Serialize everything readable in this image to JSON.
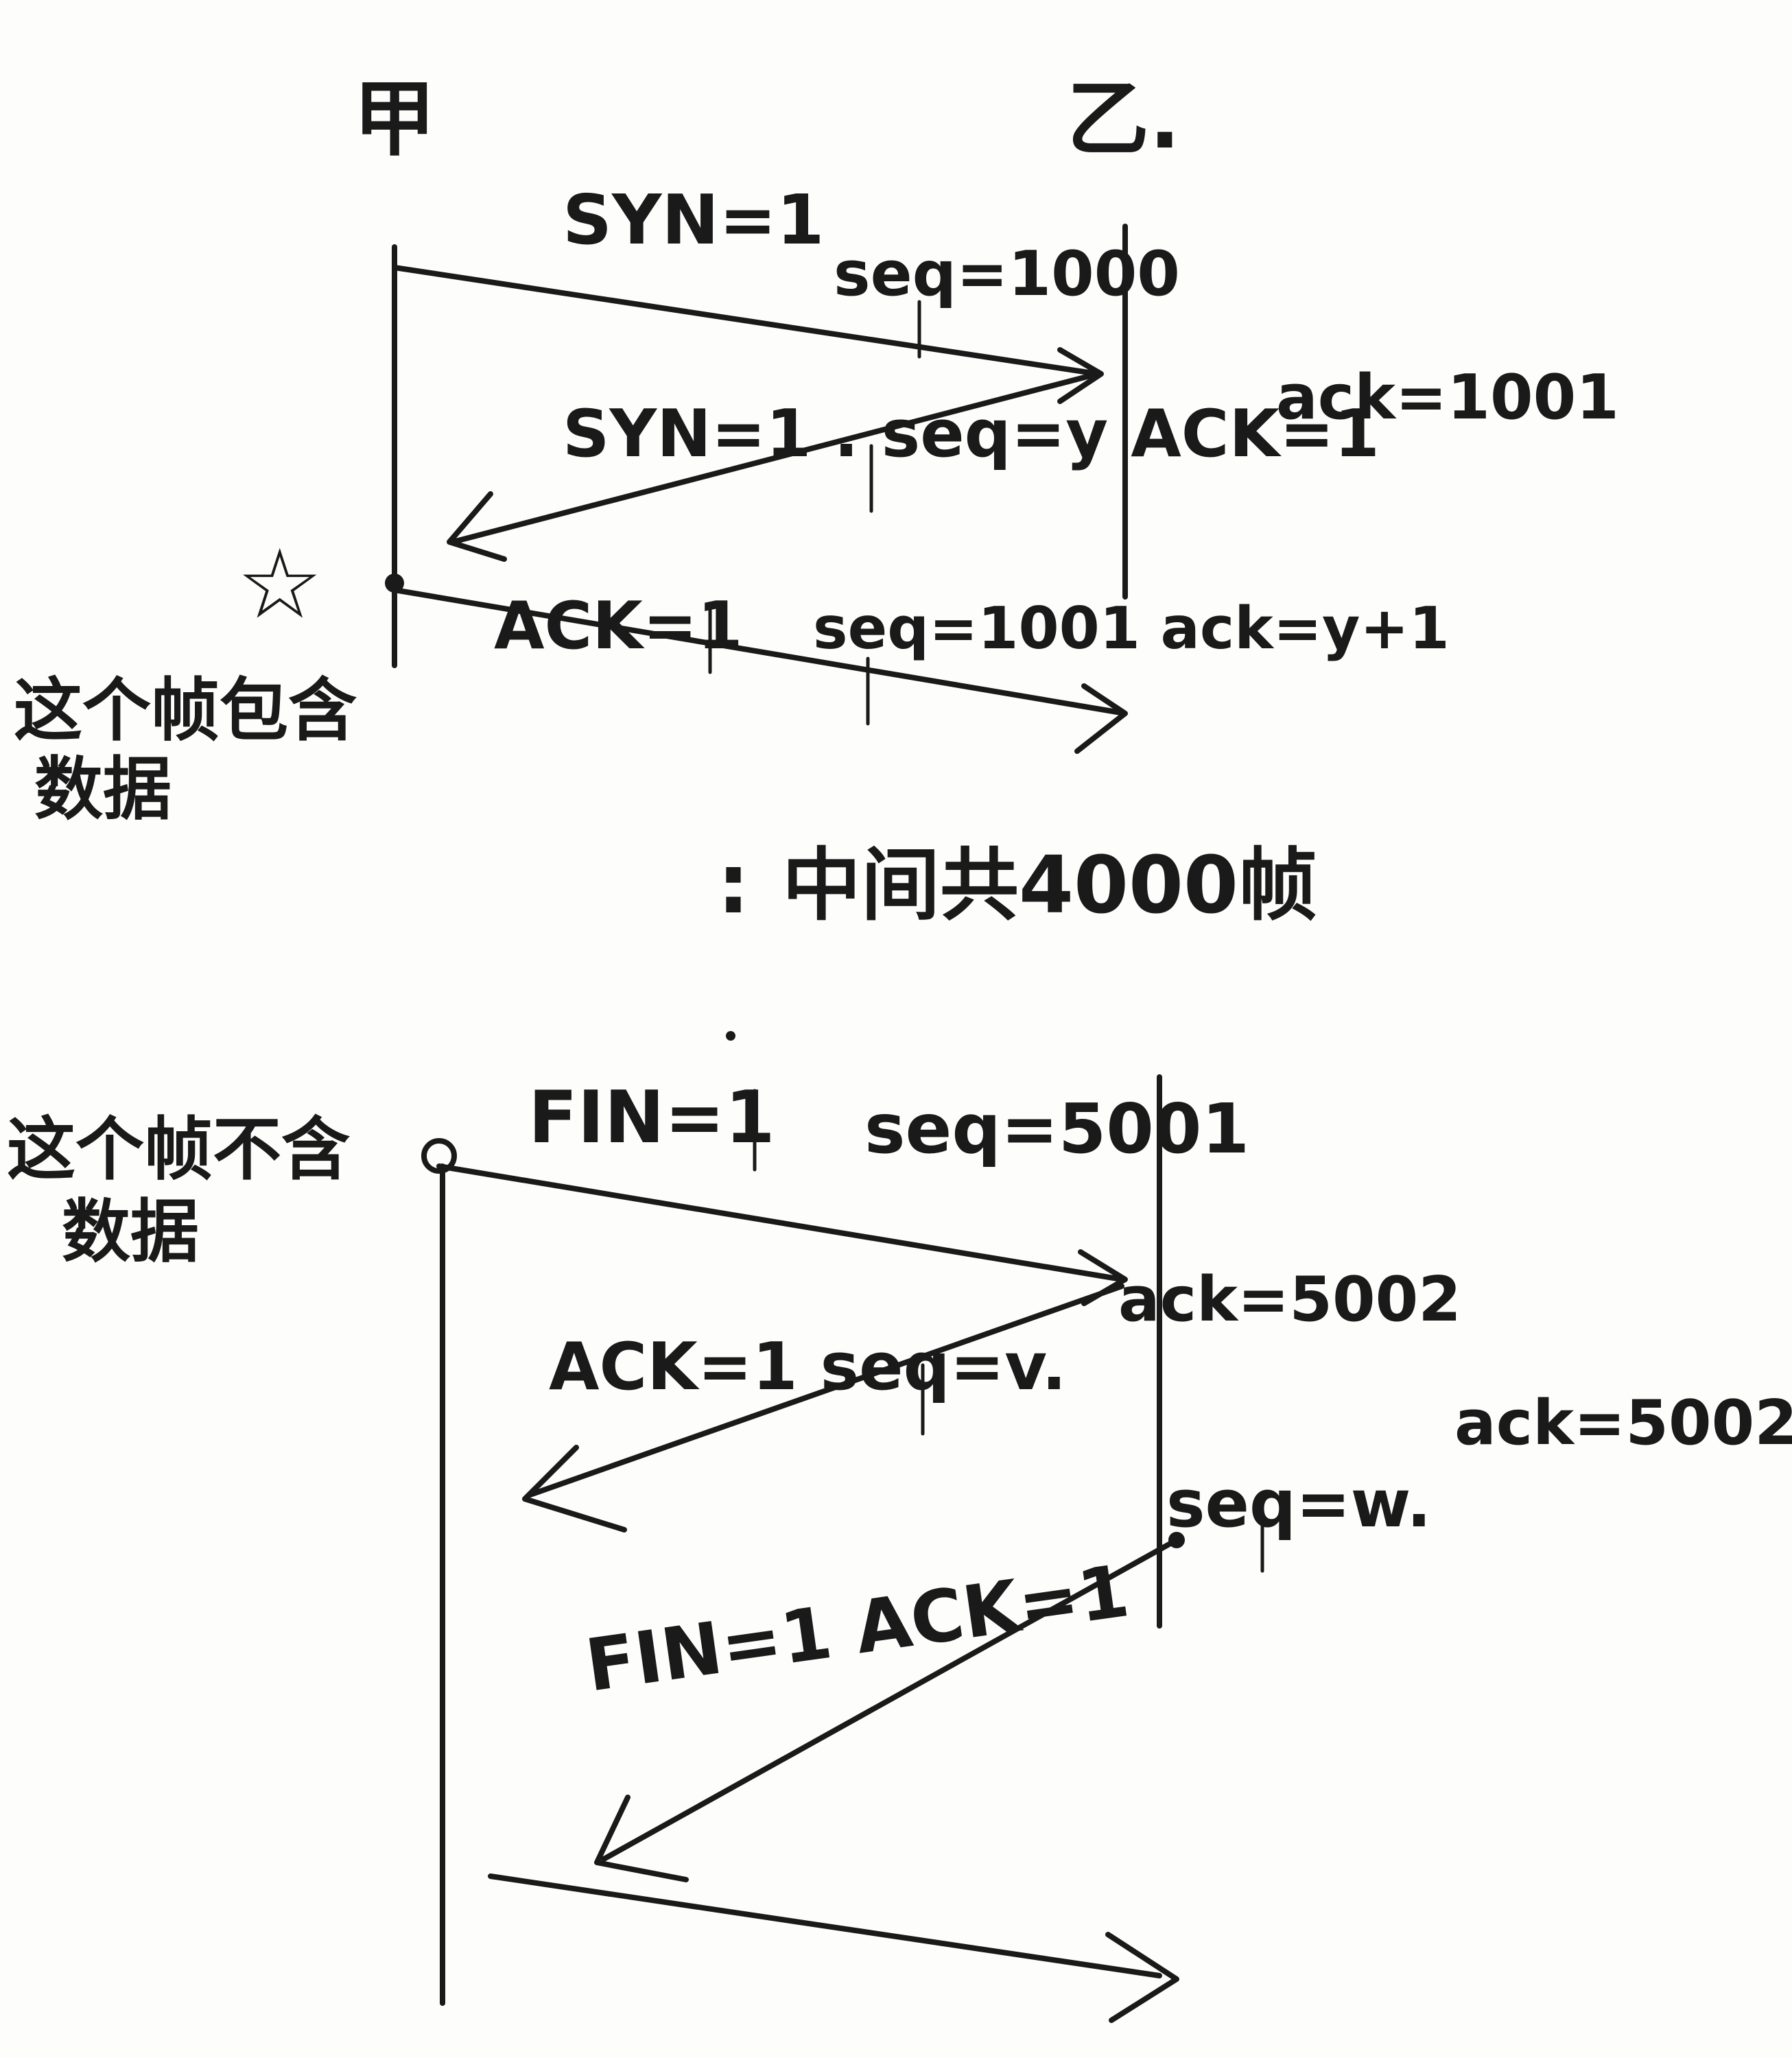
{
  "labels": {
    "party_a": "甲",
    "party_b": "乙.",
    "syn1": "SYN=1",
    "seq1000": "seq=1000",
    "syn_ack": "SYN=1 . seq=y ACK=1",
    "ack1001": "ack=1001",
    "ack_msg": "ACK=1",
    "seq1001_ack": "seq=1001 ack=y+1",
    "note_with_data_1": "这个帧包含",
    "note_with_data_2": "数据",
    "star": "☆",
    "dots": ":",
    "middle_note": "中间共4000帧",
    "fin1": "FIN=1",
    "seq5001": "seq=5001",
    "note_no_data_1": "这个帧不含",
    "note_no_data_2": "数据",
    "ack5002_a": "ack=5002",
    "ack_seq_v": "ACK=1 seq=v.",
    "seq_w": "seq=w.",
    "ack5002_b": "ack=5002",
    "fin_ack": "FIN=1 ACK=1"
  }
}
